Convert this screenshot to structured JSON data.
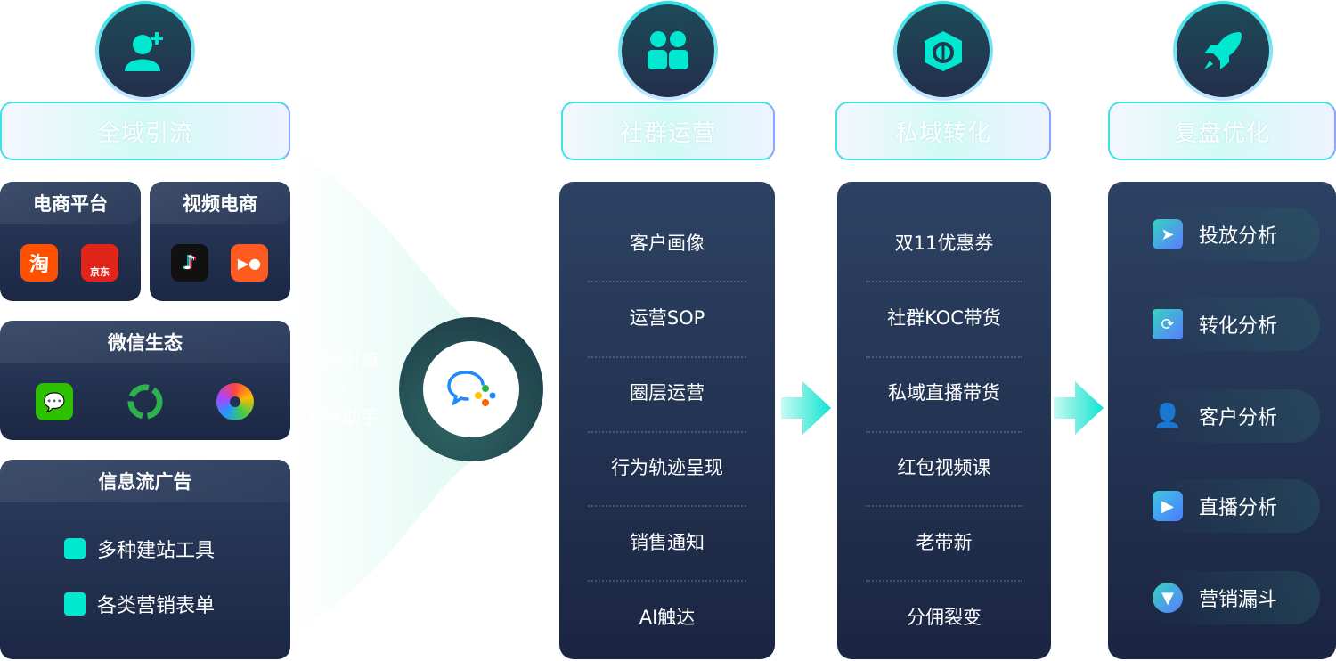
{
  "stages": [
    {
      "title": "全域引流",
      "icon": "user-add-icon"
    },
    {
      "title": "社群运营",
      "icon": "group-icon"
    },
    {
      "title": "私域转化",
      "icon": "cube-refresh-icon"
    },
    {
      "title": "复盘优化",
      "icon": "rocket-icon"
    }
  ],
  "sources": {
    "ecommerce": {
      "title": "电商平台",
      "logos": [
        "淘",
        "京东"
      ]
    },
    "video": {
      "title": "视频电商",
      "logos": [
        "tiktok",
        "kuaishou"
      ]
    },
    "wechat": {
      "title": "微信生态"
    },
    "feed": {
      "title": "信息流广告",
      "items": [
        "多种建站工具",
        "各类营销表单"
      ]
    }
  },
  "funnel": {
    "line1": "活码引流",
    "plus": "+",
    "line2": "获客助手"
  },
  "community": [
    "客户画像",
    "运营SOP",
    "圈层运营",
    "行为轨迹呈现",
    "销售通知",
    "AI触达"
  ],
  "conversion": [
    "双11优惠券",
    "社群KOC带货",
    "私域直播带货",
    "红包视频课",
    "老带新",
    "分佣裂变"
  ],
  "review": [
    {
      "label": "投放分析",
      "icon": "paper-plane-icon"
    },
    {
      "label": "转化分析",
      "icon": "cube-icon"
    },
    {
      "label": "客户分析",
      "icon": "customer-list-icon"
    },
    {
      "label": "直播分析",
      "icon": "tv-play-icon"
    },
    {
      "label": "营销漏斗",
      "icon": "funnel-icon"
    }
  ],
  "colors": {
    "accent": "#00e8d0",
    "card": "#223252"
  }
}
